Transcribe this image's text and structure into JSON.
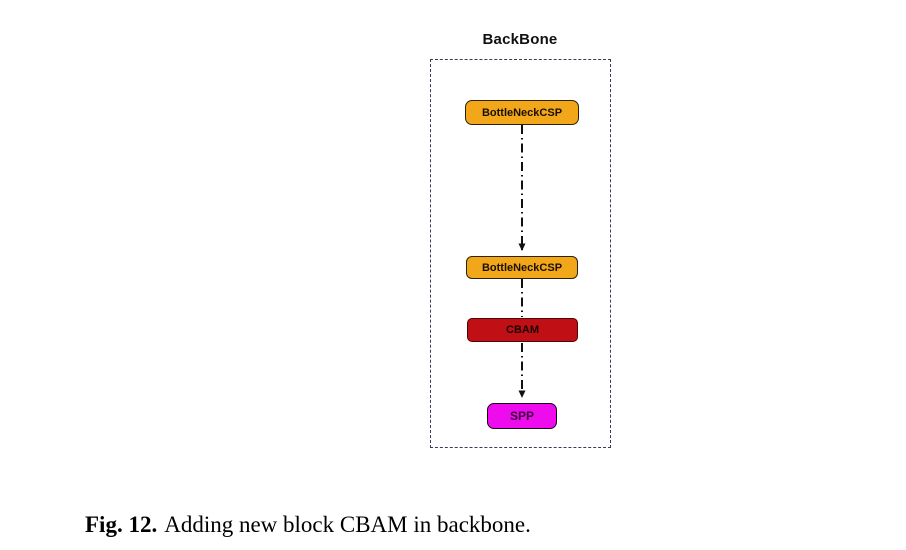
{
  "figure": {
    "title": "BackBone",
    "blocks": [
      {
        "id": "bottleneckcsp-1",
        "label": "BottleNeckCSP",
        "fill": "#F2A71B"
      },
      {
        "id": "bottleneckcsp-2",
        "label": "BottleNeckCSP",
        "fill": "#F2A71B"
      },
      {
        "id": "cbam",
        "label": "CBAM",
        "fill": "#C00F15"
      },
      {
        "id": "spp",
        "label": "SPP",
        "fill": "#EE0CEE"
      }
    ],
    "connectors": [
      {
        "from": "bottleneckcsp-1",
        "to": "bottleneckcsp-2",
        "style": "dash-dot",
        "arrow": true
      },
      {
        "from": "bottleneckcsp-2",
        "to": "cbam",
        "style": "dash-dot",
        "arrow": false
      },
      {
        "from": "cbam",
        "to": "spp",
        "style": "dash-dot",
        "arrow": true
      }
    ]
  },
  "caption": {
    "label": "Fig. 12.",
    "text": "Adding new block CBAM in backbone."
  },
  "colors": {
    "block_orange": "#F2A71B",
    "block_red": "#C00F15",
    "block_magenta": "#EE0CEE",
    "container_border": "#3B3B55",
    "line": "#111111",
    "background": "#FFFFFF"
  }
}
